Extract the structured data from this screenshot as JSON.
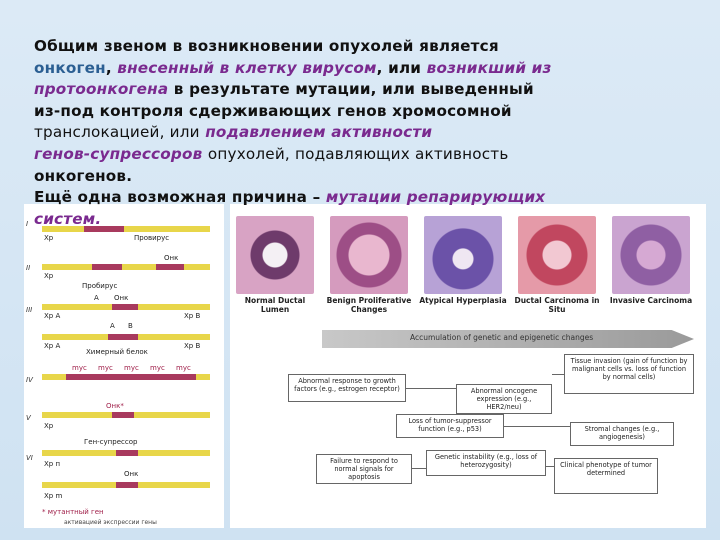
{
  "text": {
    "p1_a": "Общим звеном в возникновении опухолей является",
    "p1_b": "онкоген",
    "p1_c": ",",
    "p1_d": "внесенный в клетку вирусом",
    "p1_e": ", или",
    "p1_f": "возникший из",
    "p1_g": "протоонкогена",
    "p1_h": "в результате мутации, или выведенный",
    "p1_i": "из-под контроля сдерживающих генов хромосомной",
    "p1_j": "транслокацией, или",
    "p1_k": "подавлением активности",
    "p1_l": "генов-супрессоров",
    "p1_m": "опухолей, подавляющих активность",
    "p1_n": "онкогенов.",
    "p2_a": "Ещё одна возможная причина –",
    "p2_b": "мутации репарирующих",
    "p2_c": "систем."
  },
  "diagram": {
    "row_labels": [
      "I",
      "II",
      "III",
      "IV",
      "V",
      "VI"
    ],
    "labels": {
      "xp": "Хр",
      "onk": "Онк",
      "probirus": "Провирус",
      "probirus2": "Пробирус",
      "xpA": "Хр А",
      "xpB": "Хр В",
      "A": "А",
      "B": "В",
      "onk2": "Онк",
      "chimeric": "Химерный белок",
      "myc": "myc",
      "onk_star": "Онк*",
      "gen_supp": "Ген-супрессор",
      "xp_n": "Хр п",
      "xp_m": "Хр m",
      "mut_gene": "* мутантный ген",
      "legend2": "активацией экспрессии гены"
    }
  },
  "figure": {
    "tiles": [
      {
        "label": "Normal Ductal Lumen",
        "color": "#d9a3c2"
      },
      {
        "label": "Benign Proliferative Changes",
        "color": "#c78ab0"
      },
      {
        "label": "Atypical Hyperplasia",
        "color": "#8e7bc4"
      },
      {
        "label": "Ductal Carcinoma in Situ",
        "color": "#d46f86"
      },
      {
        "label": "Invasive Carcinoma",
        "color": "#b98bc0"
      }
    ],
    "arrow_text": "Accumulation of genetic and epigenetic changes",
    "boxes": {
      "tissue": "Tissue invasion (gain of function by malignant cells vs. loss of function by normal cells)",
      "abnormal_response": "Abnormal response to growth factors (e.g., estrogen receptor)",
      "oncogene": "Abnormal oncogene expression (e.g., HER2/neu)",
      "tumor_supp": "Loss of tumor-suppressor function (e.g., p53)",
      "stromal": "Stromal changes (e.g., angiogenesis)",
      "genetic": "Genetic instability (e.g., loss of heterozygosity)",
      "apoptosis": "Failure to respond to normal signals for apoptosis",
      "clinical": "Clinical phenotype of tumor determined"
    }
  }
}
